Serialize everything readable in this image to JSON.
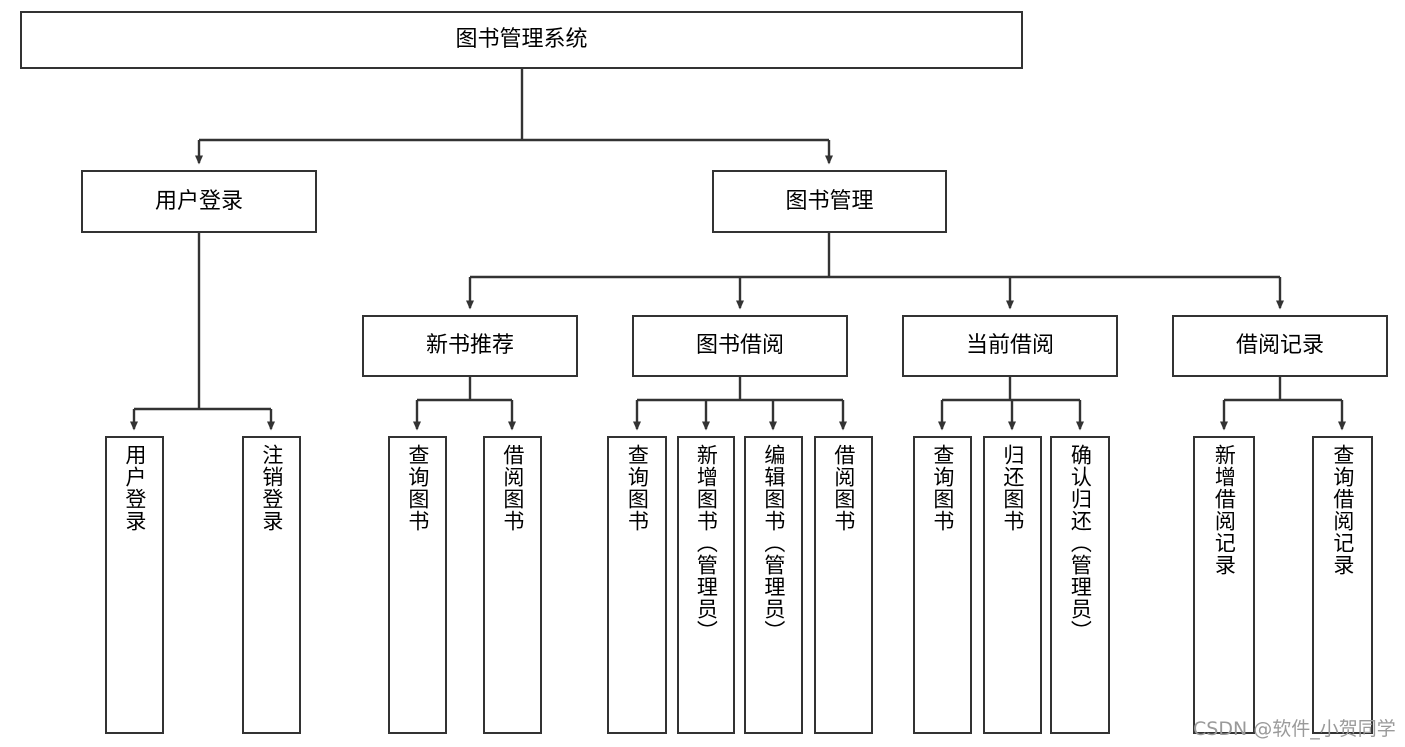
{
  "diagram": {
    "title": "图书管理系统",
    "type": "hierarchy-tree",
    "watermark": "CSDN @软件_小贺同学",
    "colors": {
      "box_border": "#333333",
      "box_fill": "#ffffff",
      "connector": "#333333",
      "text": "#000000",
      "watermark": "#9a9a9a"
    },
    "levels": [
      {
        "index": 0,
        "labels": [
          "图书管理系统"
        ]
      },
      {
        "index": 1,
        "labels": [
          "用户登录",
          "图书管理"
        ]
      },
      {
        "index": 2,
        "labels": [
          "新书推荐",
          "图书借阅",
          "当前借阅",
          "借阅记录"
        ]
      },
      {
        "index": 3,
        "labels": [
          "用户登录",
          "注销登录",
          "查询图书",
          "借阅图书",
          "查询图书",
          "新增图书（管理员）",
          "编辑图书（管理员）",
          "借阅图书",
          "查询图书",
          "归还图书",
          "确认归还（管理员）",
          "新增借阅记录",
          "查询借阅记录"
        ]
      }
    ],
    "nodes": {
      "root": {
        "label": "图书管理系统"
      },
      "l1": [
        {
          "id": "user-login",
          "label": "用户登录"
        },
        {
          "id": "book-manage",
          "label": "图书管理"
        }
      ],
      "l2": [
        {
          "id": "new-book-rec",
          "label": "新书推荐"
        },
        {
          "id": "book-borrow",
          "label": "图书借阅"
        },
        {
          "id": "current-borrow",
          "label": "当前借阅"
        },
        {
          "id": "borrow-record",
          "label": "借阅记录"
        }
      ],
      "leaves": {
        "user_login": [
          {
            "id": "leaf-user-login",
            "label": "用户登录"
          },
          {
            "id": "leaf-logout",
            "label": "注销登录"
          }
        ],
        "new_book_rec": [
          {
            "id": "leaf-query-book-1",
            "label": "查询图书"
          },
          {
            "id": "leaf-borrow-book-1",
            "label": "借阅图书"
          }
        ],
        "book_borrow": [
          {
            "id": "leaf-query-book-2",
            "label": "查询图书"
          },
          {
            "id": "leaf-add-book",
            "label": "新增图书（管理员）"
          },
          {
            "id": "leaf-edit-book",
            "label": "编辑图书（管理员）"
          },
          {
            "id": "leaf-borrow-book-2",
            "label": "借阅图书"
          }
        ],
        "current_borrow": [
          {
            "id": "leaf-query-book-3",
            "label": "查询图书"
          },
          {
            "id": "leaf-return-book",
            "label": "归还图书"
          },
          {
            "id": "leaf-confirm-return",
            "label": "确认归还（管理员）"
          }
        ],
        "borrow_record": [
          {
            "id": "leaf-add-record",
            "label": "新增借阅记录"
          },
          {
            "id": "leaf-query-record",
            "label": "查询借阅记录"
          }
        ]
      }
    },
    "edges": [
      {
        "from": "图书管理系统",
        "to": "用户登录"
      },
      {
        "from": "图书管理系统",
        "to": "图书管理"
      },
      {
        "from": "用户登录",
        "to": "用户登录"
      },
      {
        "from": "用户登录",
        "to": "注销登录"
      },
      {
        "from": "图书管理",
        "to": "新书推荐"
      },
      {
        "from": "图书管理",
        "to": "图书借阅"
      },
      {
        "from": "图书管理",
        "to": "当前借阅"
      },
      {
        "from": "图书管理",
        "to": "借阅记录"
      },
      {
        "from": "新书推荐",
        "to": "查询图书"
      },
      {
        "from": "新书推荐",
        "to": "借阅图书"
      },
      {
        "from": "图书借阅",
        "to": "查询图书"
      },
      {
        "from": "图书借阅",
        "to": "新增图书（管理员）"
      },
      {
        "from": "图书借阅",
        "to": "编辑图书（管理员）"
      },
      {
        "from": "图书借阅",
        "to": "借阅图书"
      },
      {
        "from": "当前借阅",
        "to": "查询图书"
      },
      {
        "from": "当前借阅",
        "to": "归还图书"
      },
      {
        "from": "当前借阅",
        "to": "确认归还（管理员）"
      },
      {
        "from": "借阅记录",
        "to": "新增借阅记录"
      },
      {
        "from": "借阅记录",
        "to": "查询借阅记录"
      }
    ]
  }
}
